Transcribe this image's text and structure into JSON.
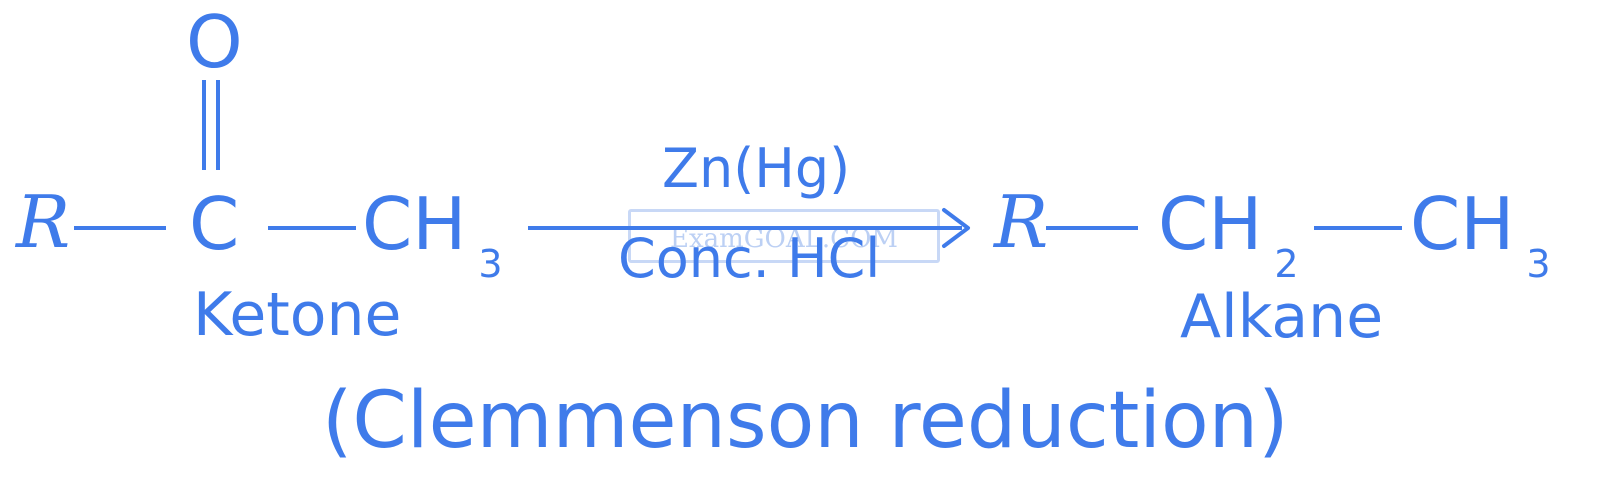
{
  "reactant": {
    "r_group": "R",
    "oxygen": "O",
    "carbonyl_carbon": "C",
    "methyl": "CH",
    "methyl_sub": "3",
    "label": "Ketone"
  },
  "reagents": {
    "above_arrow": "Zn(Hg)",
    "below_arrow": "Conc. HCl"
  },
  "product": {
    "r_group": "R",
    "methylene": "CH",
    "methylene_sub": "2",
    "methyl": "CH",
    "methyl_sub": "3",
    "label": "Alkane"
  },
  "caption": "(Clemmenson reduction)",
  "watermark": "ExamGOAL.COM",
  "colors": {
    "ink": "#3f7bea",
    "watermark": "#c8d8f6"
  }
}
